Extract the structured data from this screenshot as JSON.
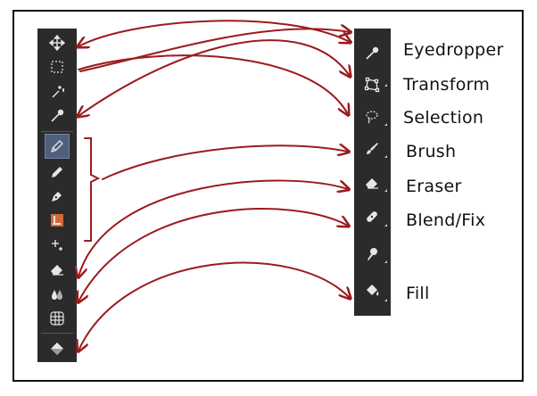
{
  "toolbars": {
    "left": {
      "tools": [
        {
          "icon": "move-icon"
        },
        {
          "icon": "marquee-icon"
        },
        {
          "icon": "magic-wand-icon"
        },
        {
          "icon": "eyedropper-icon"
        },
        {
          "icon": "pen-icon",
          "active": true
        },
        {
          "icon": "pencil-icon"
        },
        {
          "icon": "ink-pen-icon"
        },
        {
          "icon": "stamp-brush-icon"
        },
        {
          "icon": "sparkle-icon"
        },
        {
          "icon": "eraser-icon"
        },
        {
          "icon": "blend-drops-icon"
        },
        {
          "icon": "grid-icon"
        },
        {
          "icon": "fill-bucket-icon"
        }
      ]
    },
    "right": {
      "tools": [
        {
          "icon": "eyedropper-icon"
        },
        {
          "icon": "transform-icon"
        },
        {
          "icon": "lasso-selection-icon"
        },
        {
          "icon": "brush-icon"
        },
        {
          "icon": "eraser-icon"
        },
        {
          "icon": "blend-fix-icon"
        },
        {
          "icon": "smudge-icon"
        },
        {
          "icon": "fill-bucket-icon"
        }
      ]
    }
  },
  "labels": [
    {
      "id": "eyedropper",
      "text": "Eyedropper"
    },
    {
      "id": "transform",
      "text": "Transform"
    },
    {
      "id": "selection",
      "text": "Selection"
    },
    {
      "id": "brush",
      "text": "Brush"
    },
    {
      "id": "eraser",
      "text": "Eraser"
    },
    {
      "id": "blend-fix",
      "text": "Blend/Fix"
    },
    {
      "id": "fill",
      "text": "Fill"
    }
  ],
  "colors": {
    "arrow": "#9b1b1e",
    "toolbar_bg": "#2b2b2b",
    "icon": "#e6e6e6",
    "active_tool": "#4f5f7e"
  }
}
